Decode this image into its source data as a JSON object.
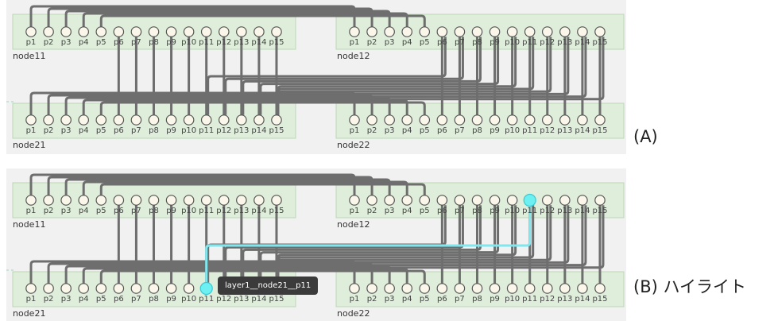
{
  "panels": [
    {
      "label": "(A)",
      "nodes": {
        "node11": {
          "name": "node11",
          "ports": [
            "p1",
            "p2",
            "p3",
            "p4",
            "p5",
            "p6",
            "p7",
            "p8",
            "p9",
            "p10",
            "p11",
            "p12",
            "p13",
            "p14",
            "p15"
          ]
        },
        "node12": {
          "name": "node12",
          "ports": [
            "p1",
            "p2",
            "p3",
            "p4",
            "p5",
            "p6",
            "p7",
            "p8",
            "p9",
            "p10",
            "p11",
            "p12",
            "p13",
            "p14",
            "p15"
          ]
        },
        "node21": {
          "name": "node21",
          "ports": [
            "p1",
            "p2",
            "p3",
            "p4",
            "p5",
            "p6",
            "p7",
            "p8",
            "p9",
            "p10",
            "p11",
            "p12",
            "p13",
            "p14",
            "p15"
          ]
        },
        "node22": {
          "name": "node22",
          "ports": [
            "p1",
            "p2",
            "p3",
            "p4",
            "p5",
            "p6",
            "p7",
            "p8",
            "p9",
            "p10",
            "p11",
            "p12",
            "p13",
            "p14",
            "p15"
          ]
        }
      },
      "highlight_port": null,
      "tooltip": null
    },
    {
      "label": "(B) ハイライト",
      "nodes": {
        "node11": {
          "name": "node11",
          "ports": [
            "p1",
            "p2",
            "p3",
            "p4",
            "p5",
            "p6",
            "p7",
            "p8",
            "p9",
            "p10",
            "p11",
            "p12",
            "p13",
            "p14",
            "p15"
          ]
        },
        "node12": {
          "name": "node12",
          "ports": [
            "p1",
            "p2",
            "p3",
            "p4",
            "p5",
            "p6",
            "p7",
            "p8",
            "p9",
            "p10",
            "p11",
            "p12",
            "p13",
            "p14",
            "p15"
          ]
        },
        "node21": {
          "name": "node21",
          "ports": [
            "p1",
            "p2",
            "p3",
            "p4",
            "p5",
            "p6",
            "p7",
            "p8",
            "p9",
            "p10",
            "p11",
            "p12",
            "p13",
            "p14",
            "p15"
          ]
        },
        "node22": {
          "name": "node22",
          "ports": [
            "p1",
            "p2",
            "p3",
            "p4",
            "p5",
            "p6",
            "p7",
            "p8",
            "p9",
            "p10",
            "p11",
            "p12",
            "p13",
            "p14",
            "p15"
          ]
        }
      },
      "highlight_port": "layer1__node21__p11",
      "tooltip": "layer1__node21__p11"
    }
  ],
  "highlight_color": "#6cf0f2"
}
